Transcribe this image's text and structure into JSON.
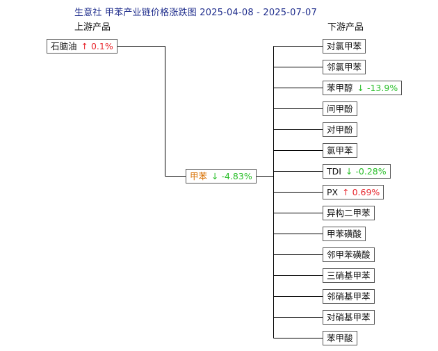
{
  "title": "生意社 甲苯产业链价格涨跌图  2025-04-08 - 2025-07-07",
  "headers": {
    "upstream": "上游产品",
    "downstream": "下游产品"
  },
  "colors": {
    "up": "#e8262d",
    "down": "#2bbf2b",
    "center": "#d86f00",
    "title": "#1f2d8c"
  },
  "upstream": [
    {
      "name": "石脑油",
      "dir": "up",
      "arrow": "↑",
      "change": "0.1%"
    }
  ],
  "center": {
    "name": "甲苯",
    "dir": "down",
    "arrow": "↓",
    "change": "-4.83%"
  },
  "downstream": [
    {
      "name": "对氯甲苯"
    },
    {
      "name": "邻氯甲苯"
    },
    {
      "name": "苯甲醇",
      "dir": "down",
      "arrow": "↓",
      "change": "-13.9%"
    },
    {
      "name": "间甲酚"
    },
    {
      "name": "对甲酚"
    },
    {
      "name": "氯甲苯"
    },
    {
      "name": "TDI",
      "dir": "down",
      "arrow": "↓",
      "change": "-0.28%"
    },
    {
      "name": "PX",
      "dir": "up",
      "arrow": "↑",
      "change": "0.69%"
    },
    {
      "name": "异构二甲苯"
    },
    {
      "name": "甲苯磺酸"
    },
    {
      "name": "邻甲苯磺酸"
    },
    {
      "name": "三硝基甲苯"
    },
    {
      "name": "邻硝基甲苯"
    },
    {
      "name": "对硝基甲苯"
    },
    {
      "name": "苯甲酸"
    }
  ]
}
